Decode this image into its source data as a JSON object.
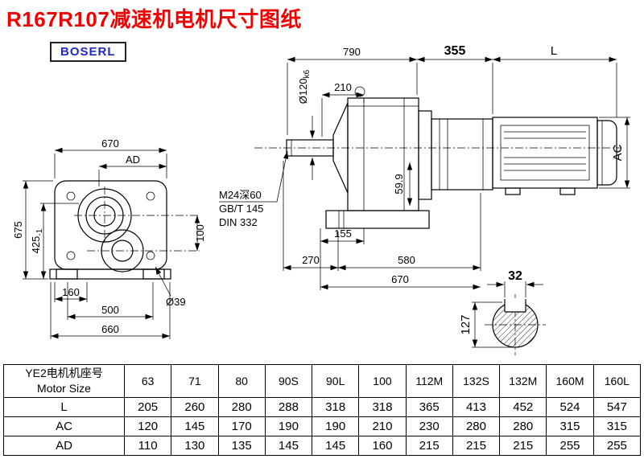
{
  "page": {
    "title": "R167R107减速机电机尺寸图纸",
    "logo": "BOSERL"
  },
  "front_view": {
    "dim_width_total": "670",
    "dim_ad": "AD",
    "dim_height_total": "675",
    "dim_height_center": "425",
    "dim_height_center_tol": "-1",
    "dim_bore_spacing": "100",
    "dim_foot": "160",
    "dim_bolt_span": "500",
    "dim_base_width": "660",
    "dim_hole": "Ø39"
  },
  "side_view": {
    "dim_total_length": "790",
    "dim_adapter_length": "355",
    "dim_motor_length": "L",
    "dim_shaft_dia": "Ø120",
    "dim_shaft_tol": "k6",
    "dim_shaft_length": "210",
    "dim_motor_dia": "AC",
    "dim_offset": "59.9",
    "note_tap": "M24深60",
    "note_std1": "GB/T 145",
    "note_std2": "DIN 332",
    "dim_155": "155",
    "dim_270": "270",
    "dim_580": "580",
    "dim_base_length": "670"
  },
  "section_view": {
    "dim_key_width": "32",
    "dim_height": "127"
  },
  "table": {
    "header_cn": "YE2电机机座号",
    "header_en": "Motor Size",
    "columns": [
      "63",
      "71",
      "80",
      "90S",
      "90L",
      "100",
      "112M",
      "132S",
      "132M",
      "160M",
      "160L"
    ],
    "rows": [
      {
        "label": "L",
        "values": [
          "205",
          "260",
          "280",
          "288",
          "318",
          "318",
          "365",
          "413",
          "452",
          "524",
          "547"
        ]
      },
      {
        "label": "AC",
        "values": [
          "120",
          "145",
          "170",
          "190",
          "190",
          "210",
          "230",
          "280",
          "280",
          "315",
          "315"
        ]
      },
      {
        "label": "AD",
        "values": [
          "110",
          "130",
          "135",
          "145",
          "145",
          "160",
          "215",
          "215",
          "215",
          "255",
          "255"
        ]
      }
    ]
  },
  "colors": {
    "title": "#f20000",
    "logo": "#2128c8",
    "line": "#000000"
  }
}
